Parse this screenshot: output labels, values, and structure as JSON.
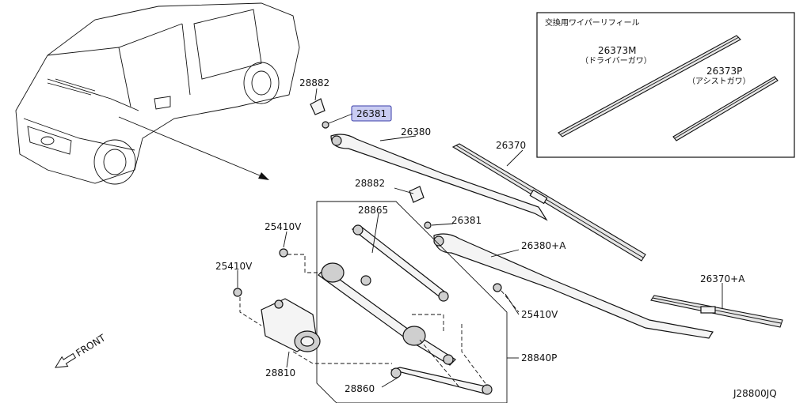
{
  "diagram_id": "J28800JQ",
  "front_label": "FRONT",
  "refill_box": {
    "title": "交換用ワイパーリフィール",
    "driver_part": "26373M",
    "driver_note": "（ドライバーガワ）",
    "assist_part": "26373P",
    "assist_note": "（アシストガワ）"
  },
  "parts": {
    "p28882_a": "28882",
    "p26381_a": "26381",
    "p26380": "26380",
    "p26370": "26370",
    "p28882_b": "28882",
    "p28865": "28865",
    "p26381_b": "26381",
    "p25410v_a": "25410V",
    "p26380a": "26380+A",
    "p25410v_b": "25410V",
    "p26370a": "26370+A",
    "p25410v_c": "25410V",
    "p28840p": "28840P",
    "p28810": "28810",
    "p28860": "28860"
  },
  "highlight_color": "#c9ccf2"
}
